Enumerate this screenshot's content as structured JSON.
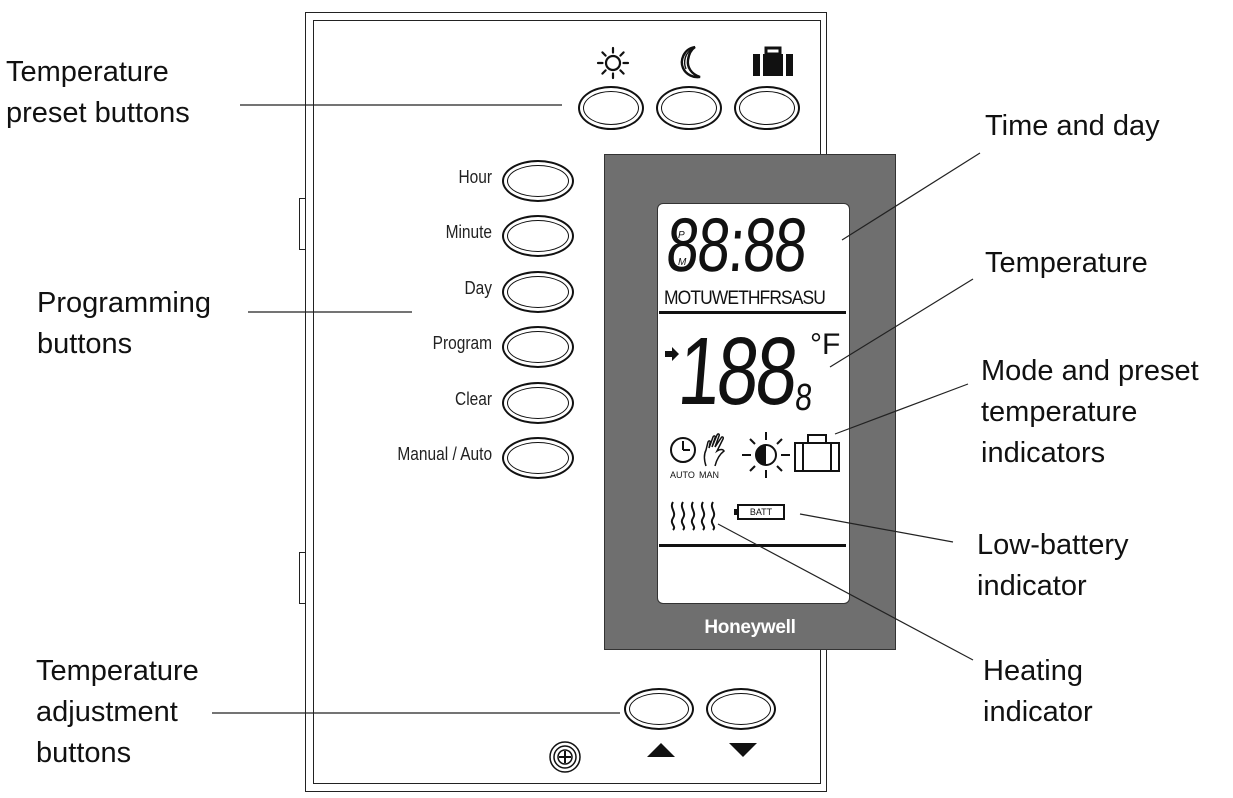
{
  "callouts": {
    "temperature_preset_buttons": [
      "Temperature",
      "preset buttons"
    ],
    "programming_buttons": [
      "Programming",
      "buttons"
    ],
    "temperature_adjustment_buttons": [
      "Temperature",
      "adjustment",
      "buttons"
    ],
    "time_and_day": [
      "Time and day"
    ],
    "temperature": [
      "Temperature"
    ],
    "mode_and_preset": [
      "Mode and preset",
      "temperature",
      "indicators"
    ],
    "low_battery": [
      "Low-battery",
      "indicator"
    ],
    "heating": [
      "Heating",
      "indicator"
    ]
  },
  "programming_buttons": {
    "hour": "Hour",
    "minute": "Minute",
    "day": "Day",
    "program": "Program",
    "clear": "Clear",
    "manual_auto": "Manual / Auto"
  },
  "display": {
    "time": "88:88",
    "pm_p": "P",
    "pm_m": "M",
    "days": "MOTUWETHFRSASU",
    "temperature": "188",
    "temperature_decimal": "8",
    "unit": "°F",
    "auto_label": "AUTO",
    "man_label": "MAN",
    "battery_label": "BATT",
    "brand": "Honeywell"
  },
  "icons": {
    "preset_1": "sun-icon",
    "preset_2": "moon-icon",
    "preset_3": "suitcase-icon",
    "up": "triangle-up-icon",
    "down": "triangle-down-icon"
  }
}
